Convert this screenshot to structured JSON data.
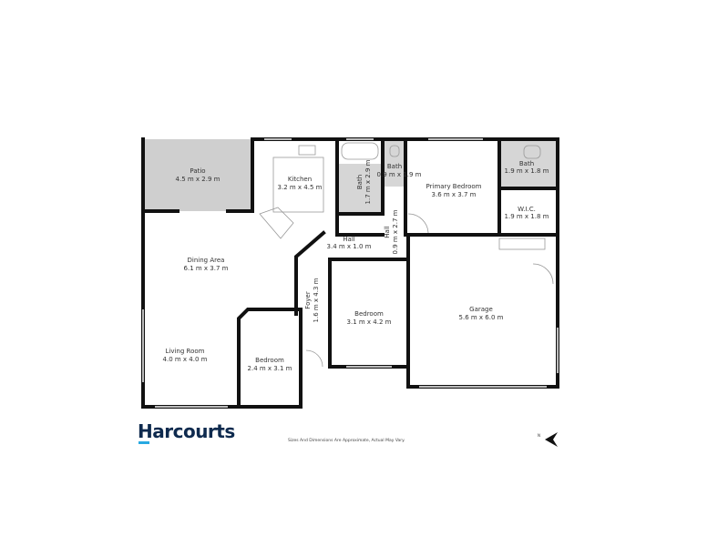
{
  "rooms": [
    {
      "name": "Patio",
      "dims": "4.5 m x 2.9 m"
    },
    {
      "name": "Kitchen",
      "dims": "3.2 m x 4.5 m"
    },
    {
      "name": "Bath",
      "dims": "1.7 m x 2.9 m"
    },
    {
      "name": "Bath",
      "dims": "0.9 m x 1.9 m"
    },
    {
      "name": "Primary Bedroom",
      "dims": "3.6 m x 3.7 m"
    },
    {
      "name": "Bath",
      "dims": "1.9 m x 1.8 m"
    },
    {
      "name": "W.I.C.",
      "dims": "1.9 m x 1.8 m"
    },
    {
      "name": "Hall",
      "dims": "3.4 m x 1.0 m"
    },
    {
      "name": "Hall",
      "dims": "0.9 m x 2.7 m"
    },
    {
      "name": "Dining Area",
      "dims": "6.1 m x 3.7 m"
    },
    {
      "name": "Foyer",
      "dims": "1.6 m x 4.3 m"
    },
    {
      "name": "Bedroom",
      "dims": "3.1 m x 4.2 m"
    },
    {
      "name": "Garage",
      "dims": "5.6 m x 6.0 m"
    },
    {
      "name": "Living Room",
      "dims": "4.0 m x 4.0 m"
    },
    {
      "name": "Bedroom",
      "dims": "2.4 m x 3.1 m"
    }
  ],
  "brand": {
    "logo_text": "Harcourts",
    "logo_color": "#0e2a4e",
    "accent_color": "#27a9e1"
  },
  "disclaimer": "Sizes And Dimensions Are Approximate, Actual May Vary.",
  "north_label": "N",
  "colors": {
    "wet_area": "#d3d3d3",
    "patio": "#cfcfcf",
    "wall": "#111111"
  }
}
